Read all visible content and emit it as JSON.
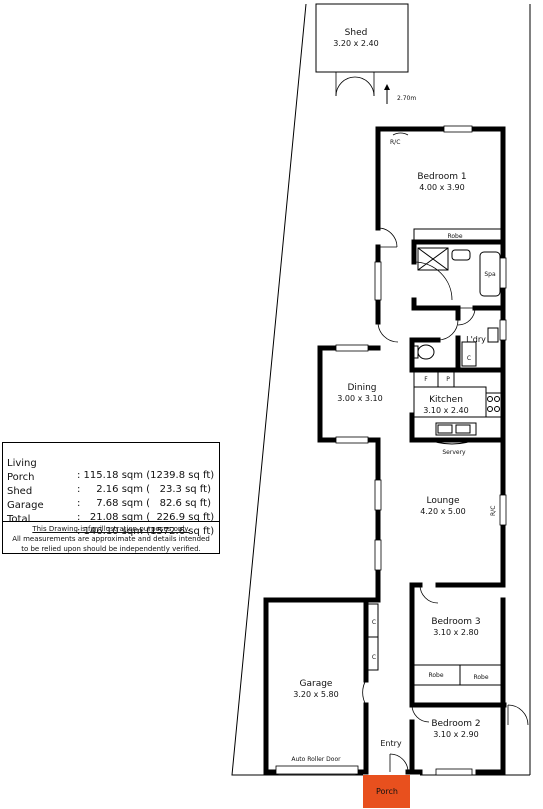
{
  "rooms": {
    "shed": {
      "name": "Shed",
      "dims": "3.20 x 2.40"
    },
    "bedroom1": {
      "name": "Bedroom 1",
      "dims": "4.00 x 3.90"
    },
    "dining": {
      "name": "Dining",
      "dims": "3.00 x 3.10"
    },
    "kitchen": {
      "name": "Kitchen",
      "dims": "3.10 x 2.40"
    },
    "lounge": {
      "name": "Lounge",
      "dims": "4.20 x 5.00"
    },
    "bedroom3": {
      "name": "Bedroom 3",
      "dims": "3.10 x 2.80"
    },
    "bedroom2": {
      "name": "Bedroom 2",
      "dims": "3.10 x 2.90"
    },
    "garage": {
      "name": "Garage",
      "dims": "3.20 x 5.80"
    }
  },
  "labels": {
    "shed_distance": "2.70m",
    "rc": "R/C",
    "robe": "Robe",
    "spa": "Spa",
    "laundry": "L'dry",
    "cupboard": "C",
    "fridge": "F",
    "pantry": "P",
    "servery": "Servery",
    "entry": "Entry",
    "porch": "Porch",
    "auto_roller_door": "Auto Roller Door"
  },
  "areas": [
    {
      "name": "Living",
      "value": ": 115.18 sqm (1239.8 sq ft)"
    },
    {
      "name": "Porch",
      "value": ":     2.16 sqm (   23.3 sq ft)"
    },
    {
      "name": "Shed",
      "value": ":     7.68 sqm (   82.6 sq ft)"
    },
    {
      "name": "Garage",
      "value": ":   21.08 sqm (  226.9 sq ft)"
    },
    {
      "name": "Total",
      "value": ": 146.10 sqm (1572.6 sq ft)"
    }
  ],
  "disclaimer": {
    "line1": "This Drawing is for illustration purposes only.",
    "line2": "All measurements are approximate and details intended",
    "line3": "to be relied upon should be independently verified."
  },
  "colors": {
    "porch": "#e8501e",
    "wall": "#000000"
  }
}
